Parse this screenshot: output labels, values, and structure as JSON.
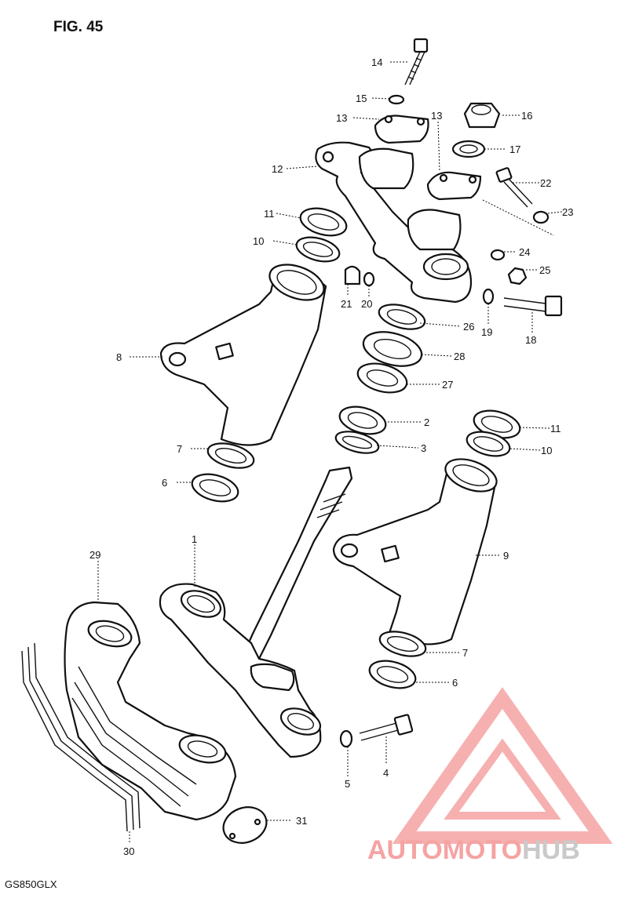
{
  "figure": {
    "title": "FIG. 45",
    "model": "GS850GLX"
  },
  "callouts": [
    "1",
    "2",
    "3",
    "4",
    "5",
    "6",
    "7",
    "8",
    "9",
    "10",
    "11",
    "12",
    "13",
    "14",
    "15",
    "16",
    "17",
    "18",
    "19",
    "20",
    "21",
    "22",
    "23",
    "24",
    "25",
    "26",
    "27",
    "28",
    "29",
    "30",
    "31"
  ],
  "watermark": {
    "part1": "AUTO",
    "part2": "MOTO",
    "part3": "HUB",
    "colors": {
      "primary": "#f5a3a3",
      "secondary": "#c9c9c9"
    }
  }
}
